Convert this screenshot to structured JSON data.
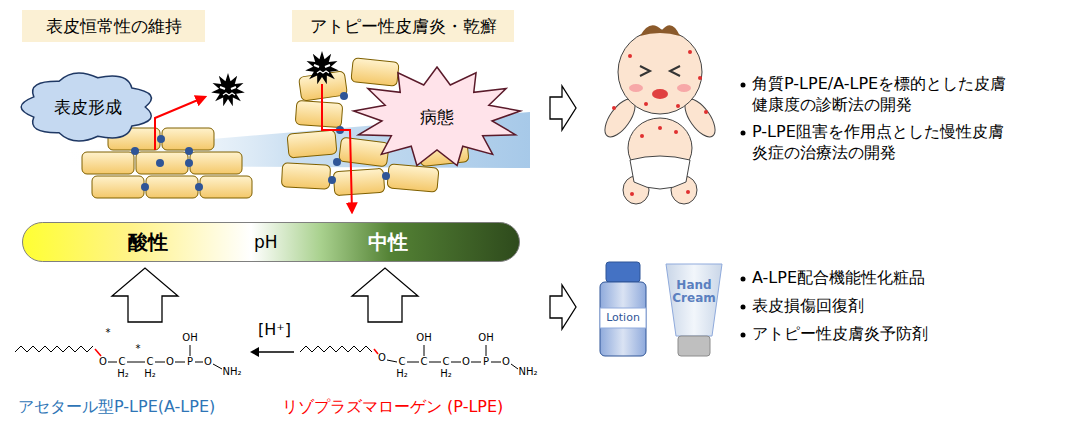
{
  "diagram": {
    "nodes": [
      {
        "text": [
          "表皮恒常性の維持"
        ]
      },
      {
        "text": [
          "アトピー性皮膚炎・乾癬"
        ]
      },
      {
        "text": [
          "表皮形成"
        ]
      },
      {
        "text": [
          "病態"
        ]
      },
      {
        "text": [
          "酸性",
          "pH",
          "中性"
        ]
      }
    ],
    "labels": [
      "[H⁺]",
      "アセタール型P-LPE(A-LPE)",
      "リゾプラズマローゲン (P-LPE)",
      "角質P-LPE/A-LPEを標的とした皮膚 健康度の診断法の開発",
      "P-LPE阻害を作用点とした慢性皮膚 炎症の治療法の開発",
      "A-LPE配合機能性化粧品",
      "表皮損傷回復剤",
      "アトピー性皮膚炎予防剤",
      "Lotion",
      "Hand Cream",
      "*",
      "O",
      "C",
      "H₂",
      "*",
      "C",
      "H₂",
      "O",
      "P",
      "OH",
      "O",
      "NH₂",
      "O",
      "C",
      "H₂",
      "C",
      "OH",
      "C",
      "H₂",
      "O",
      "P",
      "OH",
      "O",
      "NH₂"
    ]
  }
}
